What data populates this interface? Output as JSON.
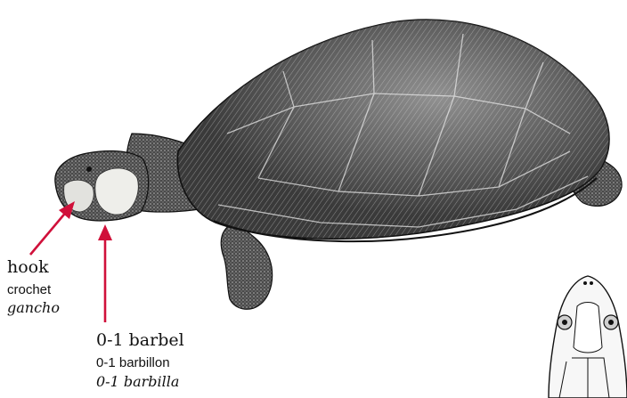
{
  "colors": {
    "arrow": "#d0103a",
    "ink": "#111111",
    "shell_dark": "#2a2a2a",
    "shell_mid": "#5a5a5a",
    "paper": "#ffffff"
  },
  "labels": {
    "hook": {
      "en": "hook",
      "fr": "crochet",
      "es": "gancho"
    },
    "barbel": {
      "en": "0-1 barbel",
      "fr": "0-1 barbillon",
      "es": "0-1 barbilla"
    }
  },
  "illustrations": {
    "main": "turtle-side-view",
    "inset": "turtle-head-top-view"
  }
}
